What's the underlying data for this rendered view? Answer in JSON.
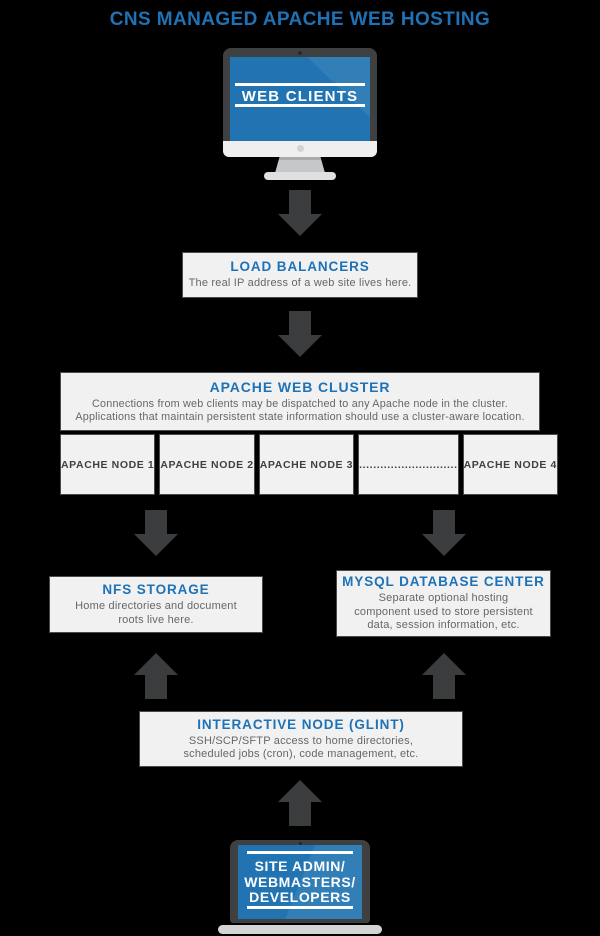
{
  "page": {
    "title": "CNS MANAGED APACHE WEB HOSTING"
  },
  "colors": {
    "background": "#000000",
    "accent_blue": "#1e72b5",
    "screen_blue": "#2173b1",
    "box_fill": "#f1f1f2",
    "box_border": "#494a4c",
    "body_text": "#66676a",
    "arrow": "#3b3c3e",
    "device_frame": "#3f4042"
  },
  "web_clients": {
    "label": "WEB CLIENTS"
  },
  "load_balancers": {
    "title": "LOAD BALANCERS",
    "description_lines": [
      "The real IP address of a web site lives here."
    ]
  },
  "apache_cluster": {
    "title": "APACHE WEB CLUSTER",
    "description_lines": [
      "Connections from web clients may be dispatched to any Apache node in the cluster.",
      "Applications that maintain persistent state information should use a cluster-aware location."
    ],
    "nodes": [
      "APACHE NODE 1",
      "APACHE NODE 2",
      "APACHE NODE 3",
      "............................",
      "APACHE NODE 4"
    ]
  },
  "nfs_storage": {
    "title": "NFS STORAGE",
    "description_lines": [
      "Home directories and document",
      "roots live here."
    ]
  },
  "mysql_center": {
    "title": "MYSQL DATABASE CENTER",
    "description_lines": [
      "Separate optional hosting",
      "component used to store persistent",
      "data, session information, etc."
    ]
  },
  "interactive_node": {
    "title": "INTERACTIVE NODE (GLINT)",
    "description_lines": [
      "SSH/SCP/SFTP access to home directories,",
      "scheduled jobs (cron), code management, etc."
    ]
  },
  "site_admin": {
    "label_lines": [
      "SITE ADMIN/",
      "WEBMASTERS/",
      "DEVELOPERS"
    ]
  }
}
